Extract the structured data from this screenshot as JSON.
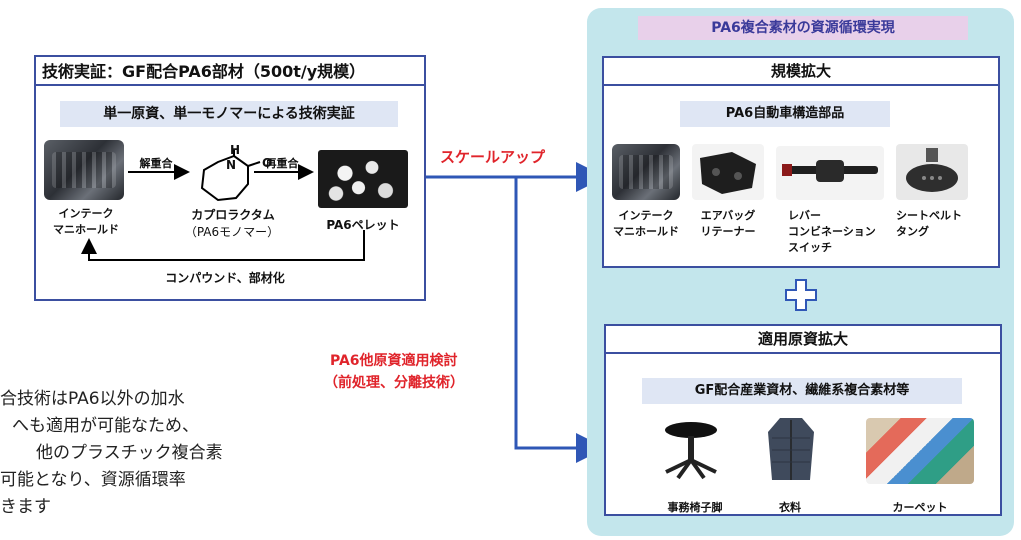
{
  "left": {
    "title": "技術実証：GF配合PA6部材（500t/y規模）",
    "subtitle": "単一原資、単一モノマーによる技術実証",
    "engine_label_1": "インテーク",
    "engine_label_2": "マニホールド",
    "depoly_label": "解重合",
    "repoly_label": "再重合",
    "monomer_label_1": "カプロラクタム",
    "monomer_label_2": "（PA6モノマー）",
    "pellet_label": "PA6ペレット",
    "compound_label": "コンパウンド、部材化",
    "molecule_h": "H",
    "molecule_n": "N",
    "molecule_o": "O"
  },
  "arrows": {
    "scaleup": "スケールアップ",
    "other_line1": "PA6他原資適用検討",
    "other_line2": "（前処理、分離技術）"
  },
  "right": {
    "banner": "PA6複合素材の資源循環実現",
    "top_title": "規模拡大",
    "top_sub": "PA6自動車構造部品",
    "items": [
      {
        "l1": "インテーク",
        "l2": "マニホールド",
        "l3": ""
      },
      {
        "l1": "エアバッグ",
        "l2": "リテーナー",
        "l3": ""
      },
      {
        "l1": "レバー",
        "l2": "コンビネーション",
        "l3": "スイッチ"
      },
      {
        "l1": "シートベルト",
        "l2": "タング",
        "l3": ""
      }
    ],
    "plus": "+",
    "bottom_title": "適用原資拡大",
    "bottom_sub": "GF配合産業資材、繊維系複合素材等",
    "products": [
      "事務椅子脚",
      "衣料",
      "カーペット"
    ]
  },
  "body_text": [
    "合技術はPA6以外の加水",
    "へも適用が可能なため、",
    "他のプラスチック複合素",
    "可能となり、資源循環率",
    "きます"
  ]
}
